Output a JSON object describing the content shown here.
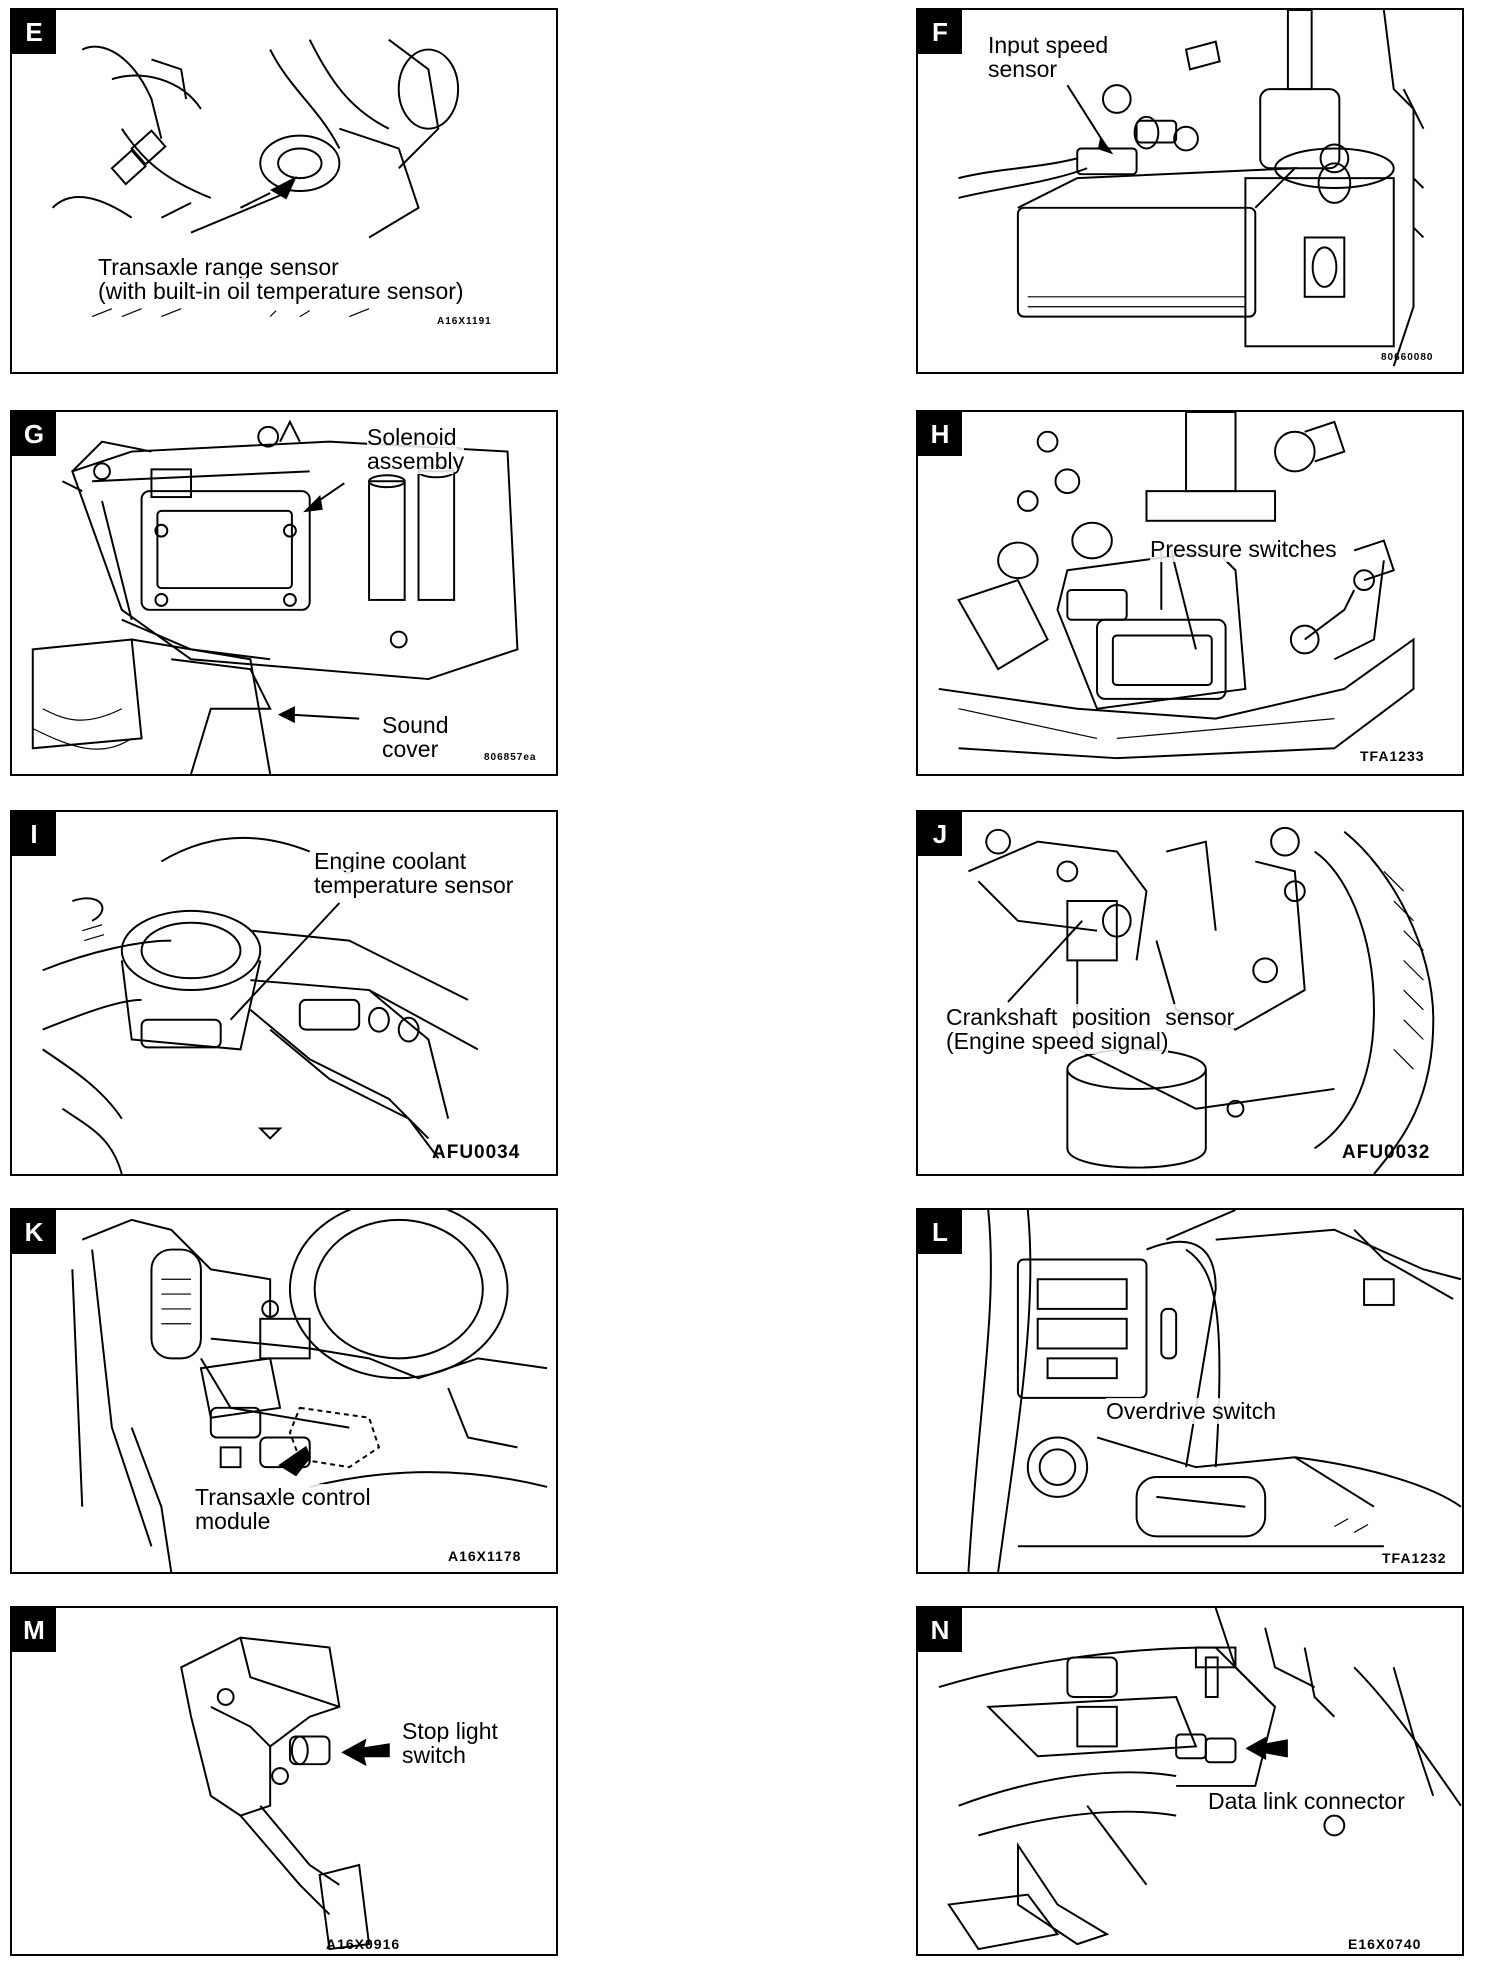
{
  "panels": [
    {
      "letter": "E",
      "labels": [
        "Transaxle range sensor",
        "(with built-in oil temperature sensor)"
      ],
      "code": "A16X1191"
    },
    {
      "letter": "F",
      "labels": [
        "Input speed",
        "sensor"
      ],
      "code": "80660080"
    },
    {
      "letter": "G",
      "labels": [
        "Solenoid",
        "assembly",
        "Sound",
        "cover"
      ],
      "code": "806857ea"
    },
    {
      "letter": "H",
      "labels": [
        "Pressure switches"
      ],
      "code": "TFA1233"
    },
    {
      "letter": "I",
      "labels": [
        "Engine coolant",
        "temperature sensor"
      ],
      "code": "AFU0034"
    },
    {
      "letter": "J",
      "labels": [
        "Crankshaft position sensor",
        "(Engine speed signal)"
      ],
      "code": "AFU0032"
    },
    {
      "letter": "K",
      "labels": [
        "Transaxle control",
        "module"
      ],
      "code": "A16X1178"
    },
    {
      "letter": "L",
      "labels": [
        "Overdrive switch"
      ],
      "code": "TFA1232"
    },
    {
      "letter": "M",
      "labels": [
        "Stop light",
        "switch"
      ],
      "code": "A16X0916"
    },
    {
      "letter": "N",
      "labels": [
        "Data link connector"
      ],
      "code": "E16X0740"
    }
  ]
}
